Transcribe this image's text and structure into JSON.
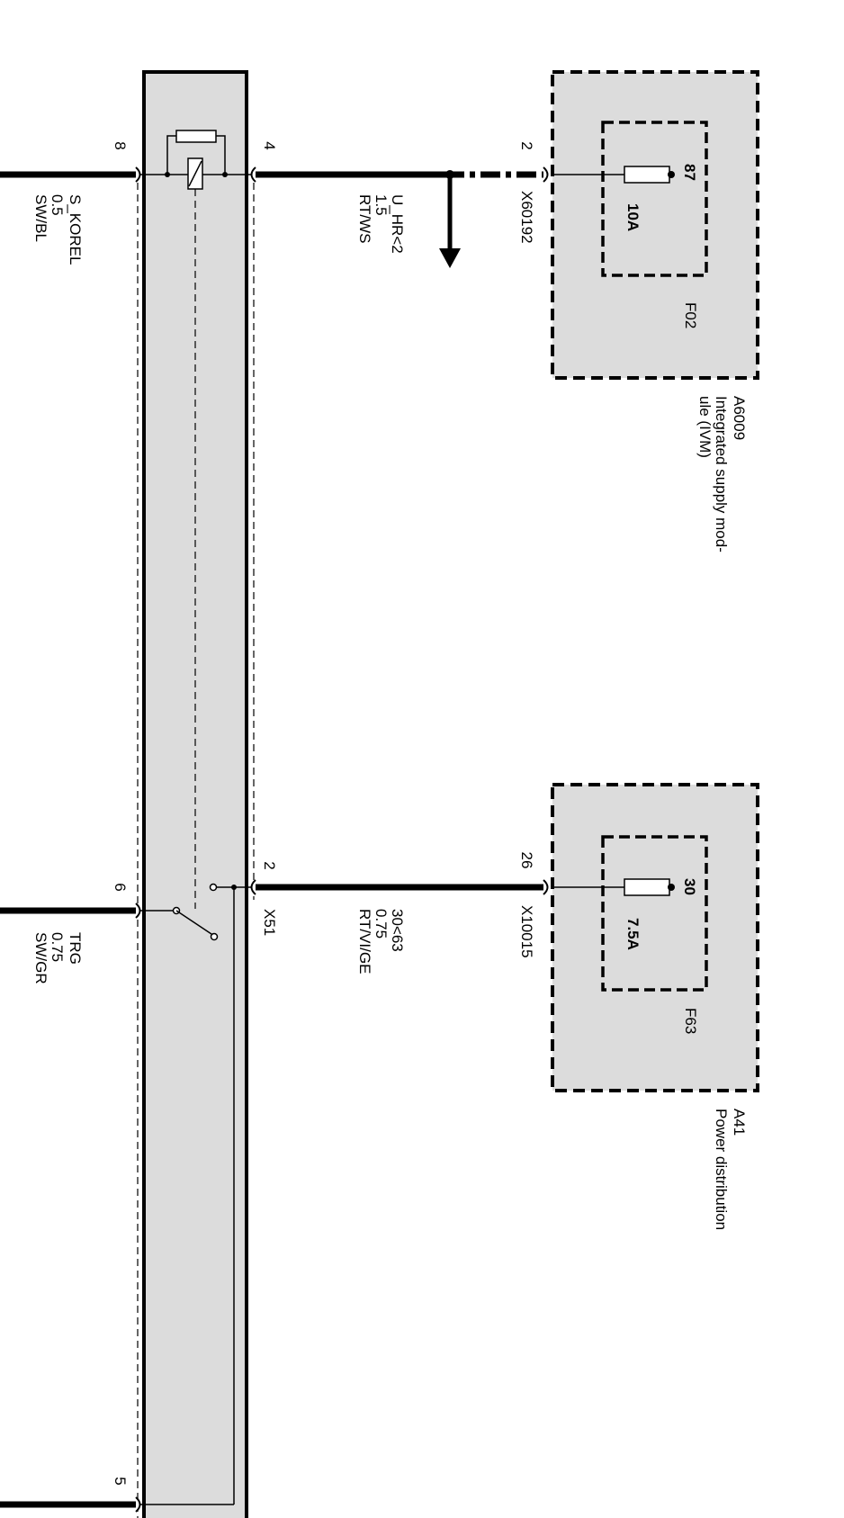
{
  "relay_module": {
    "pins": {
      "top_left": "8",
      "top_right": "4",
      "mid_left": "6",
      "mid_right": "2",
      "bottom_left": "5"
    },
    "connector": "X51"
  },
  "wires": {
    "s_korel": {
      "signal": "S_KOREL",
      "gauge": "0.5",
      "color": "SW/BL"
    },
    "u_hr": {
      "signal": "U_HR<2",
      "gauge": "1.5",
      "color": "RT/WS"
    },
    "trg": {
      "signal": "TRG",
      "gauge": "0.75",
      "color": "SW/GR"
    },
    "c30_63": {
      "signal": "30<63",
      "gauge": "0.75",
      "color": "RT/VI/GE"
    }
  },
  "ivm": {
    "id": "A6009",
    "name_line1": "Integrated supply mod-",
    "name_line2": "ule (IVM)",
    "pin": "2",
    "connector": "X60192",
    "fuse": {
      "terminal": "87",
      "rating": "10A",
      "id": "F02"
    }
  },
  "power_distribution": {
    "id": "A41",
    "name": "Power distribution",
    "pin": "26",
    "connector": "X10015",
    "fuse": {
      "terminal": "30",
      "rating": "7.5A",
      "id": "F63"
    }
  }
}
